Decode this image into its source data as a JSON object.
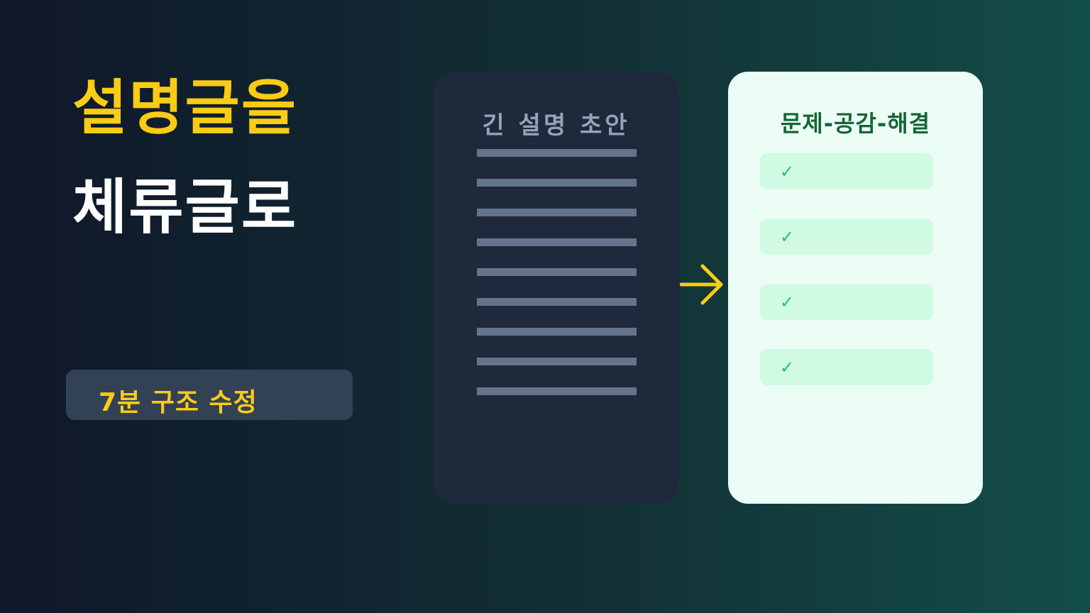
{
  "title": {
    "line1": "설명글을",
    "line2": "체류글로"
  },
  "badge": {
    "text": "7분 구조 수정"
  },
  "draft_card": {
    "title": "긴 설명 초안",
    "line_count": 9
  },
  "structured_card": {
    "title": "문제-공감-해결",
    "check_count": 4,
    "check_icon": "check-icon"
  },
  "arrow": {
    "icon": "arrow-right-icon"
  },
  "colors": {
    "accent": "#facc15",
    "draft_card_bg": "#1e293b",
    "draft_lines": "#64748b",
    "structured_card_bg": "#ecfdf5",
    "check_row_bg": "#d1fae5",
    "check_color": "#22c55e",
    "structured_title": "#166534"
  }
}
